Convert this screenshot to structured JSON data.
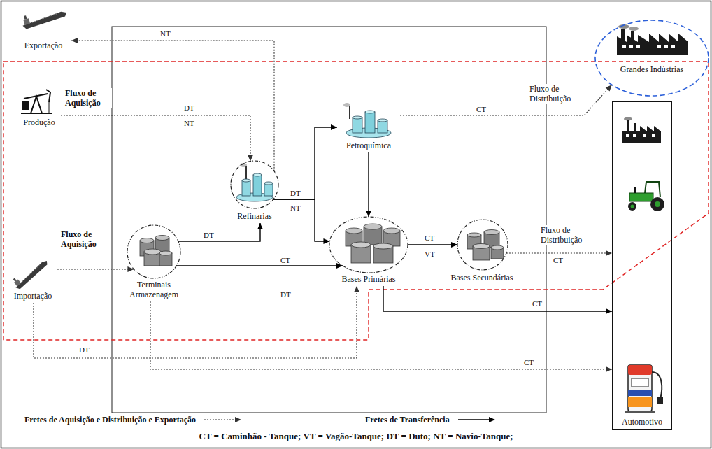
{
  "diagram": {
    "nodes": [
      {
        "text": [
          "Exportação"
        ]
      },
      {
        "text": [
          "Produção"
        ]
      },
      {
        "text": [
          "Importação"
        ]
      },
      {
        "text": [
          "Terminais Armazenagem"
        ]
      },
      {
        "text": [
          "Refinarias"
        ]
      },
      {
        "text": [
          "Petroquímica"
        ]
      },
      {
        "text": [
          "Bases Primárias"
        ]
      },
      {
        "text": [
          "Bases Secundárias"
        ]
      },
      {
        "text": [
          "Grandes Indústrias"
        ]
      },
      {
        "text": [
          "Automotivo"
        ]
      }
    ],
    "edges": [
      {
        "from": 4,
        "to": 0,
        "arrow": "to",
        "label": "NT"
      },
      {
        "from": 1,
        "to": 4,
        "arrow": "to",
        "label": "DT"
      },
      {
        "from": 2,
        "to": 3,
        "arrow": "to"
      },
      {
        "from": 3,
        "to": 4,
        "arrow": "to",
        "label": "DT"
      },
      {
        "from": 3,
        "to": 6,
        "arrow": "to",
        "label": "CT"
      },
      {
        "from": 4,
        "to": 5,
        "arrow": "to",
        "label": "DT"
      },
      {
        "from": 4,
        "to": 6,
        "arrow": "to",
        "label": "NT"
      },
      {
        "from": 5,
        "to": 6,
        "arrow": "to"
      },
      {
        "from": 5,
        "to": 8,
        "arrow": "to",
        "label": "CT"
      },
      {
        "from": 6,
        "to": 7,
        "arrow": "to",
        "label": "CT"
      },
      {
        "from": 7,
        "to": 9,
        "arrow": "to",
        "label": "CT"
      },
      {
        "from": 2,
        "to": 6,
        "arrow": "to",
        "label": "DT"
      },
      {
        "from": 6,
        "to": 9,
        "arrow": "to",
        "label": "CT"
      },
      {
        "from": 3,
        "to": 9,
        "arrow": "to",
        "label": "CT"
      }
    ],
    "labels": [
      "Fluxo de Aquisição",
      "NT",
      "Fluxo de Aquisição",
      "DT",
      "VT",
      "Fluxo de Distribuição",
      "Fluxo de Distribuição",
      "CT = Caminhão - Tanque; VT = Vagão-Tanque; DT = Duto; NT = Navio-Tanque;"
    ],
    "legend": [
      {
        "text": "Fretes de Aquisição e Distribuição e Exportação"
      },
      {
        "text": "Fretes de Transferência"
      }
    ]
  }
}
